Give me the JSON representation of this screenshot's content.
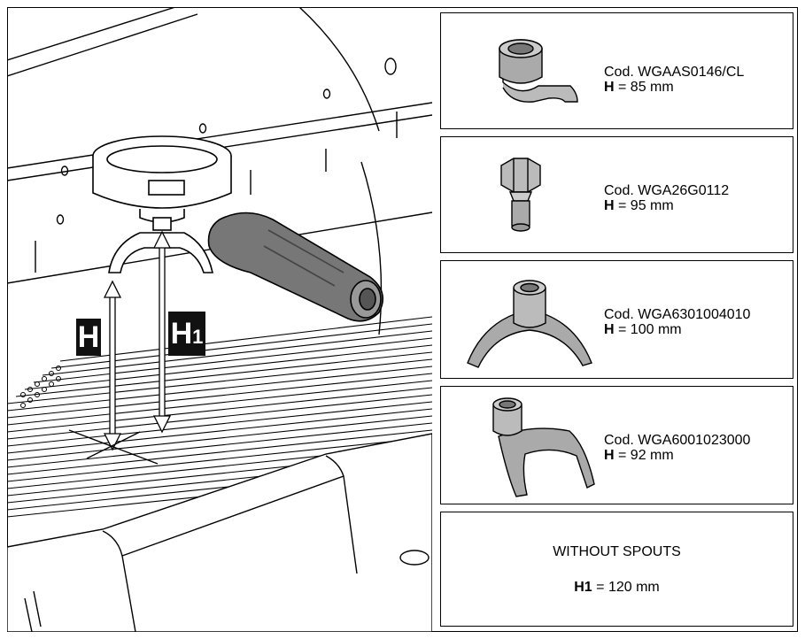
{
  "label_h": "H",
  "label_h1_main": "H",
  "label_h1_sub": "1",
  "spouts": [
    {
      "code": "Cod. WGAAS0146/CL",
      "h_key": "H",
      "h_value": " = 85 mm"
    },
    {
      "code": "Cod. WGA26G0112",
      "h_key": "H",
      "h_value": " = 95 mm"
    },
    {
      "code": "Cod. WGA6301004010",
      "h_key": "H",
      "h_value": " = 100 mm"
    },
    {
      "code": "Cod. WGA6001023000",
      "h_key": "H",
      "h_value": " = 92 mm"
    }
  ],
  "without": {
    "title": "WITHOUT SPOUTS",
    "h1_key": "H1",
    "h1_value": " = 120 mm"
  }
}
